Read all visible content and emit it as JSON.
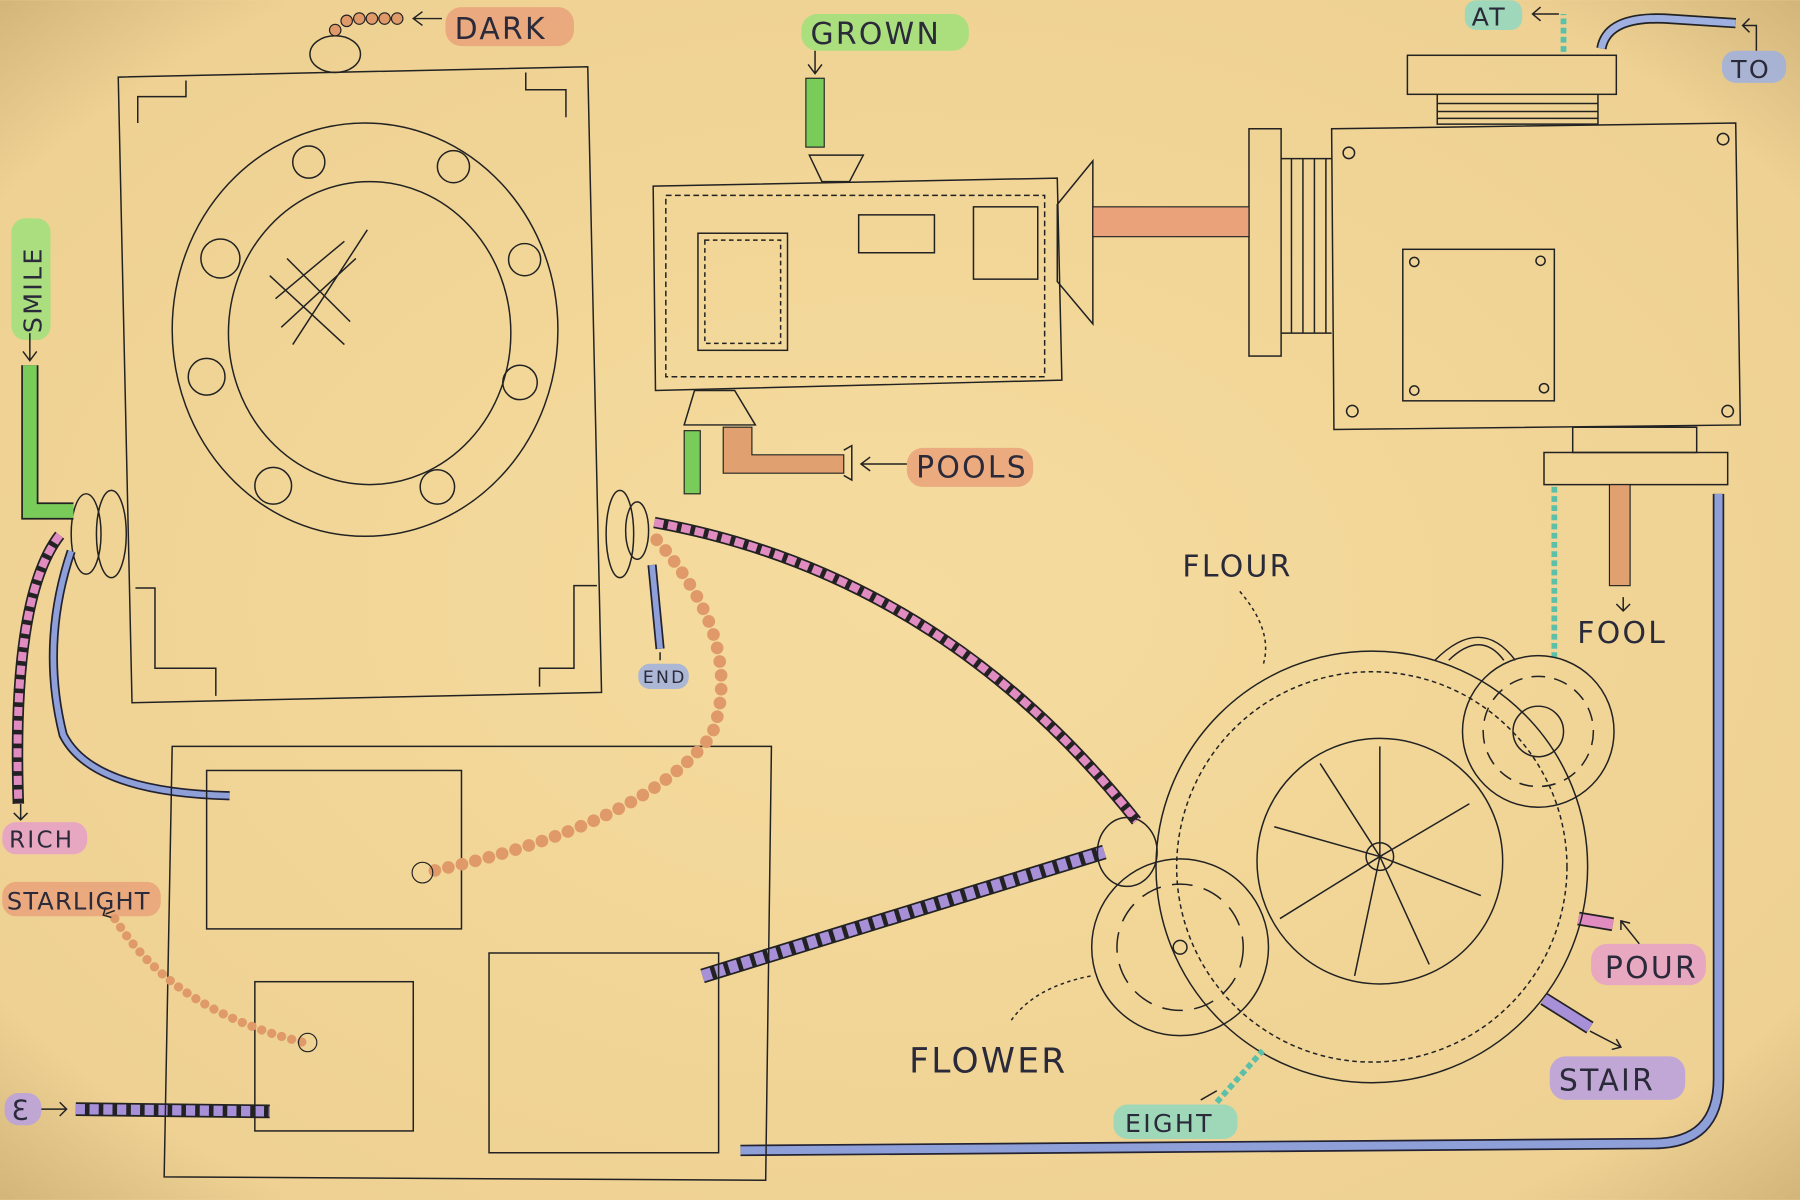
{
  "labels": {
    "dark": "DARK",
    "grown": "GROWN",
    "at": "AT",
    "to": "TO",
    "smile": "SMILE",
    "pools": "POOLS",
    "end": "END",
    "flour": "FLOUR",
    "fool": "FOOL",
    "rich": "RICH",
    "starlight": "STARLIGHT",
    "flower": "FLOWER",
    "eight": "EIGHT",
    "pour": "POUR",
    "stair": "STAIR",
    "e": "Ɛ"
  },
  "colors": {
    "paper": "#f2d898",
    "orange": "#e9a27a",
    "green": "#9fe07a",
    "teal": "#8fd8c0",
    "blue": "#9fb0e0",
    "pink": "#e6a0c8",
    "purple": "#b8a0e0"
  }
}
